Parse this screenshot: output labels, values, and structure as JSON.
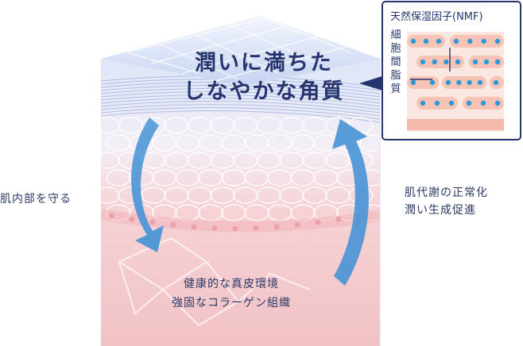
{
  "headline": {
    "line1": "潤いに満ちた",
    "line2": "しなやかな角質"
  },
  "left_label": "肌内部を守る",
  "right_label": {
    "line1": "肌代謝の正常化",
    "line2": "潤い生成促進"
  },
  "bottom_label": {
    "line1": "健康的な真皮環境",
    "line2": "強固なコラーゲン組織"
  },
  "inset": {
    "title": "天然保湿因子(NMF)",
    "vertical_label": "細胞間脂質"
  },
  "colors": {
    "navy": "#26356e",
    "arrow_blue": "#4a95d6",
    "epidermis_blue": "#9fb3e0",
    "dermis_pink": "#f2c9cc",
    "inset_cell": "#f6c3b4",
    "nmf_dot": "#2f98d8"
  }
}
